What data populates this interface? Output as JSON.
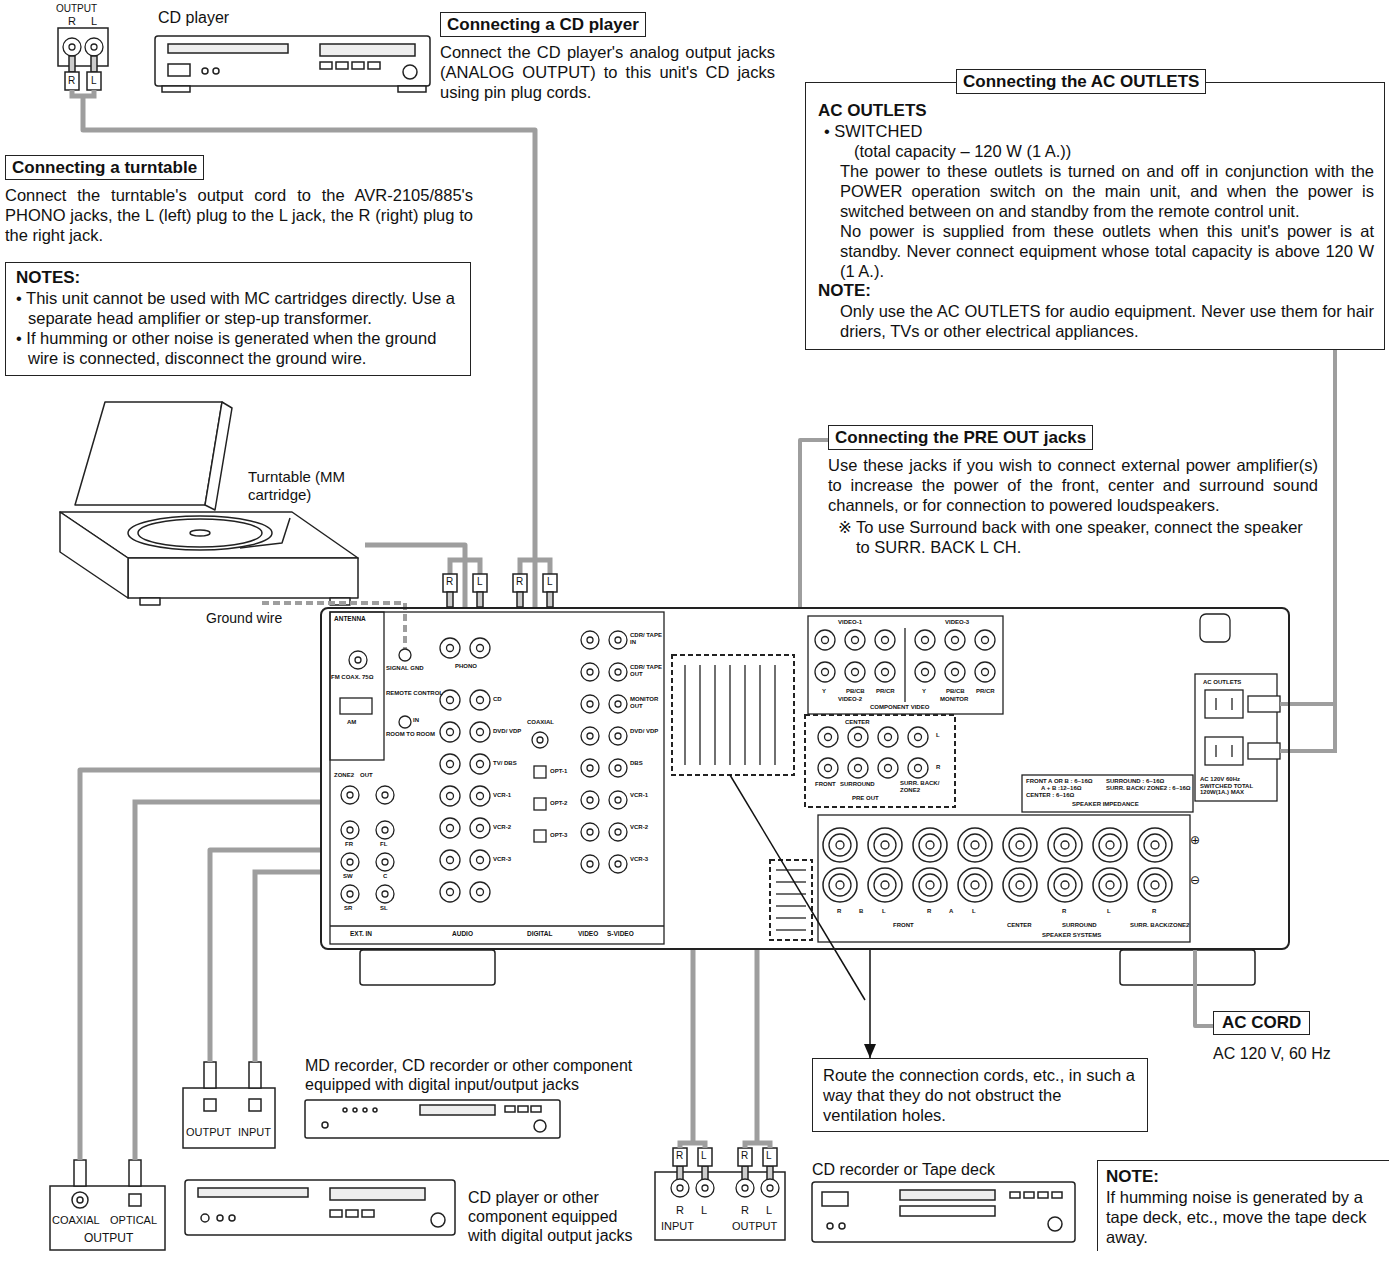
{
  "diagram": {
    "nodes": [
      {
        "text": [
          "CD player"
        ]
      },
      {
        "text": [
          "Connecting a CD player",
          "Connect the CD player's analog output jacks (ANALOG OUTPUT) to this unit's CD jacks using pin plug cords."
        ]
      },
      {
        "text": [
          "Connecting a turntable",
          "Connect the turntable's output cord to the AVR-2105/885's PHONO jacks, the L (left) plug to the L jack, the R (right) plug to the right jack."
        ]
      },
      {
        "text": [
          "NOTES:",
          "• This unit cannot be used with MC cartridges directly. Use a separate head amplifier or step-up transformer.",
          "• If humming or other noise is generated when the ground wire is connected, disconnect the ground wire."
        ]
      },
      {
        "text": [
          "Turntable (MM cartridge)"
        ]
      },
      {
        "text": [
          "Connecting the AC OUTLETS",
          "AC OUTLETS",
          "• SWITCHED",
          "(total capacity – 120 W (1 A.))",
          "The power to these outlets is turned on and off in conjunction with the POWER operation switch on the main unit, and when the power is switched between on and standby from the remote control unit.",
          "No power is supplied from these outlets when this unit's power is at standby. Never connect equipment whose total capacity is above 120 W (1 A.).",
          "NOTE:",
          "Only use the AC OUTLETS for audio equipment. Never use them for hair driers, TVs or other electrical appliances."
        ]
      },
      {
        "text": [
          "Connecting the PRE OUT jacks",
          "Use these jacks if you wish to connect external power amplifier(s) to increase the power of the front, center and surround sound channels, or for connection to powered loudspeakers.",
          "※ To use Surround back with one speaker, connect the speaker to SURR. BACK L CH."
        ]
      },
      {
        "text": [
          "EXT. IN",
          "AUDIO",
          "DIGITAL",
          "VIDEO",
          "S-VIDEO"
        ]
      },
      {
        "text": [
          "MD recorder, CD recorder or other component equipped with digital input/output jacks"
        ]
      },
      {
        "text": [
          "CD player or other component equipped with digital output jacks"
        ]
      },
      {
        "text": [
          "CD recorder or Tape deck"
        ]
      },
      {
        "text": [
          "Route the connection cords, etc., in such a way that they do not obstruct the ventilation holes."
        ]
      },
      {
        "text": [
          "NOTE:",
          "If humming noise is generated by a tape deck, etc., move the tape deck away."
        ]
      },
      {
        "text": [
          "AC CORD"
        ]
      }
    ],
    "edges": [
      {
        "from": 0,
        "to": 7,
        "arrow": "none"
      },
      {
        "from": 4,
        "to": 7,
        "arrow": "none"
      },
      {
        "from": 8,
        "to": 7,
        "arrow": "none"
      },
      {
        "from": 9,
        "to": 7,
        "arrow": "none"
      },
      {
        "from": 10,
        "to": 7,
        "arrow": "none"
      },
      {
        "from": 7,
        "to": 11,
        "arrow": "to"
      },
      {
        "from": 5,
        "to": 7,
        "arrow": "none"
      },
      {
        "from": 6,
        "to": 7,
        "arrow": "none"
      },
      {
        "from": 13,
        "to": 7,
        "arrow": "none"
      }
    ],
    "labels": [
      "OUTPUT",
      "R",
      "L",
      "R",
      "L",
      "Ground wire",
      "R",
      "L",
      "R",
      "L",
      "ANTENNA",
      "FM COAX. 75Ω",
      "AM",
      "SIGNAL GND",
      "REMOTE CONTROL",
      "IN",
      "ROOM TO ROOM",
      "PHONO",
      "CD",
      "DVD/ VDP",
      "TV/ DBS",
      "VCR-1",
      "VCR-2",
      "VCR-3",
      "COAXIAL",
      "OPT-1",
      "OPT-2",
      "OPT-3",
      "CDR/ TAPE IN",
      "CDR/ TAPE OUT",
      "MONITOR OUT",
      "DVD/ VDP",
      "DBS",
      "VCR-1",
      "VCR-2",
      "VCR-3",
      "ZONE2",
      "OUT",
      "FR",
      "FL",
      "SW",
      "C",
      "SR",
      "SL",
      "VIDEO-1",
      "VIDEO-3",
      "Y",
      "PB/CB",
      "PR/CR",
      "Y",
      "PB/CB",
      "PR/CR",
      "VIDEO-2",
      "MONITOR",
      "COMPONENT VIDEO",
      "CENTER",
      "FRONT",
      "SURROUND",
      "SURR. BACK/ ZONE2",
      "L",
      "R",
      "PRE OUT",
      "FRONT A OR B : 6~16Ω",
      "A + B :12~16Ω",
      "CENTER : 6~16Ω",
      "SURROUND : 6~16Ω",
      "SURR. BACK/ ZONE2 : 6~16Ω",
      "SPEAKER IMPEDANCE",
      "R",
      "B",
      "L",
      "R",
      "A",
      "L",
      "FRONT",
      "R",
      "L",
      "R",
      "CENTER",
      "SURROUND",
      "SURR. BACK/ZONE2",
      "SPEAKER SYSTEMS",
      "⊕",
      "⊖",
      "AC OUTLETS",
      "AC 120V 60Hz SWITCHED TOTAL 120W(1A.) MAX",
      "AC 120 V, 60 Hz",
      "OUTPUT",
      "INPUT",
      "COAXIAL",
      "OPTICAL",
      "OUTPUT",
      "R",
      "L",
      "R",
      "L",
      "R",
      "L",
      "R",
      "L",
      "INPUT",
      "OUTPUT"
    ]
  }
}
